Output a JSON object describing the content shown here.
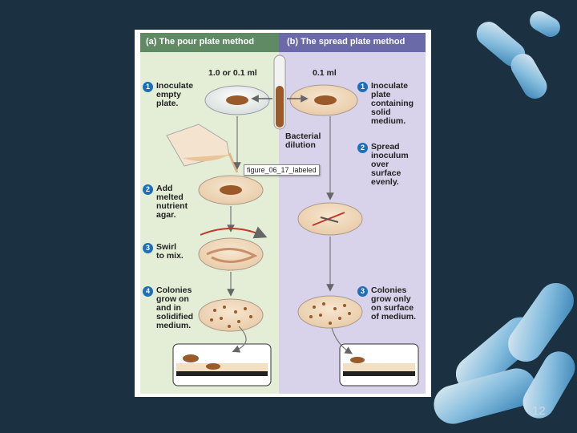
{
  "figure": {
    "header_left": "(a) The pour plate method",
    "header_right": "(b) The spread plate method",
    "volume_left": "1.0 or 0.1 ml",
    "volume_right": "0.1 ml",
    "dilution_label": "Bacterial\ndilution",
    "pour_steps": [
      {
        "num": "1",
        "text": "Inoculate\nempty\nplate."
      },
      {
        "num": "2",
        "text": "Add\nmelted\nnutrient\nagar."
      },
      {
        "num": "3",
        "text": "Swirl\nto mix."
      },
      {
        "num": "4",
        "text": "Colonies\ngrow on\nand in\nsolidified\nmedium."
      }
    ],
    "spread_steps": [
      {
        "num": "1",
        "text": "Inoculate\nplate\ncontaining\nsolid\nmedium."
      },
      {
        "num": "2",
        "text": "Spread\ninoculum\nover\nsurface\nevenly."
      },
      {
        "num": "3",
        "text": "Colonies\ngrow only\non surface\nof medium."
      }
    ],
    "tooltip": "figure_06_17_labeled"
  },
  "slide_number": "12",
  "colors": {
    "background": "#1b3040",
    "pour_panel": "#e4edd6",
    "spread_panel": "#d8d3ea",
    "header": "#5f8a63",
    "accent_blue": "#1e6fb7"
  }
}
